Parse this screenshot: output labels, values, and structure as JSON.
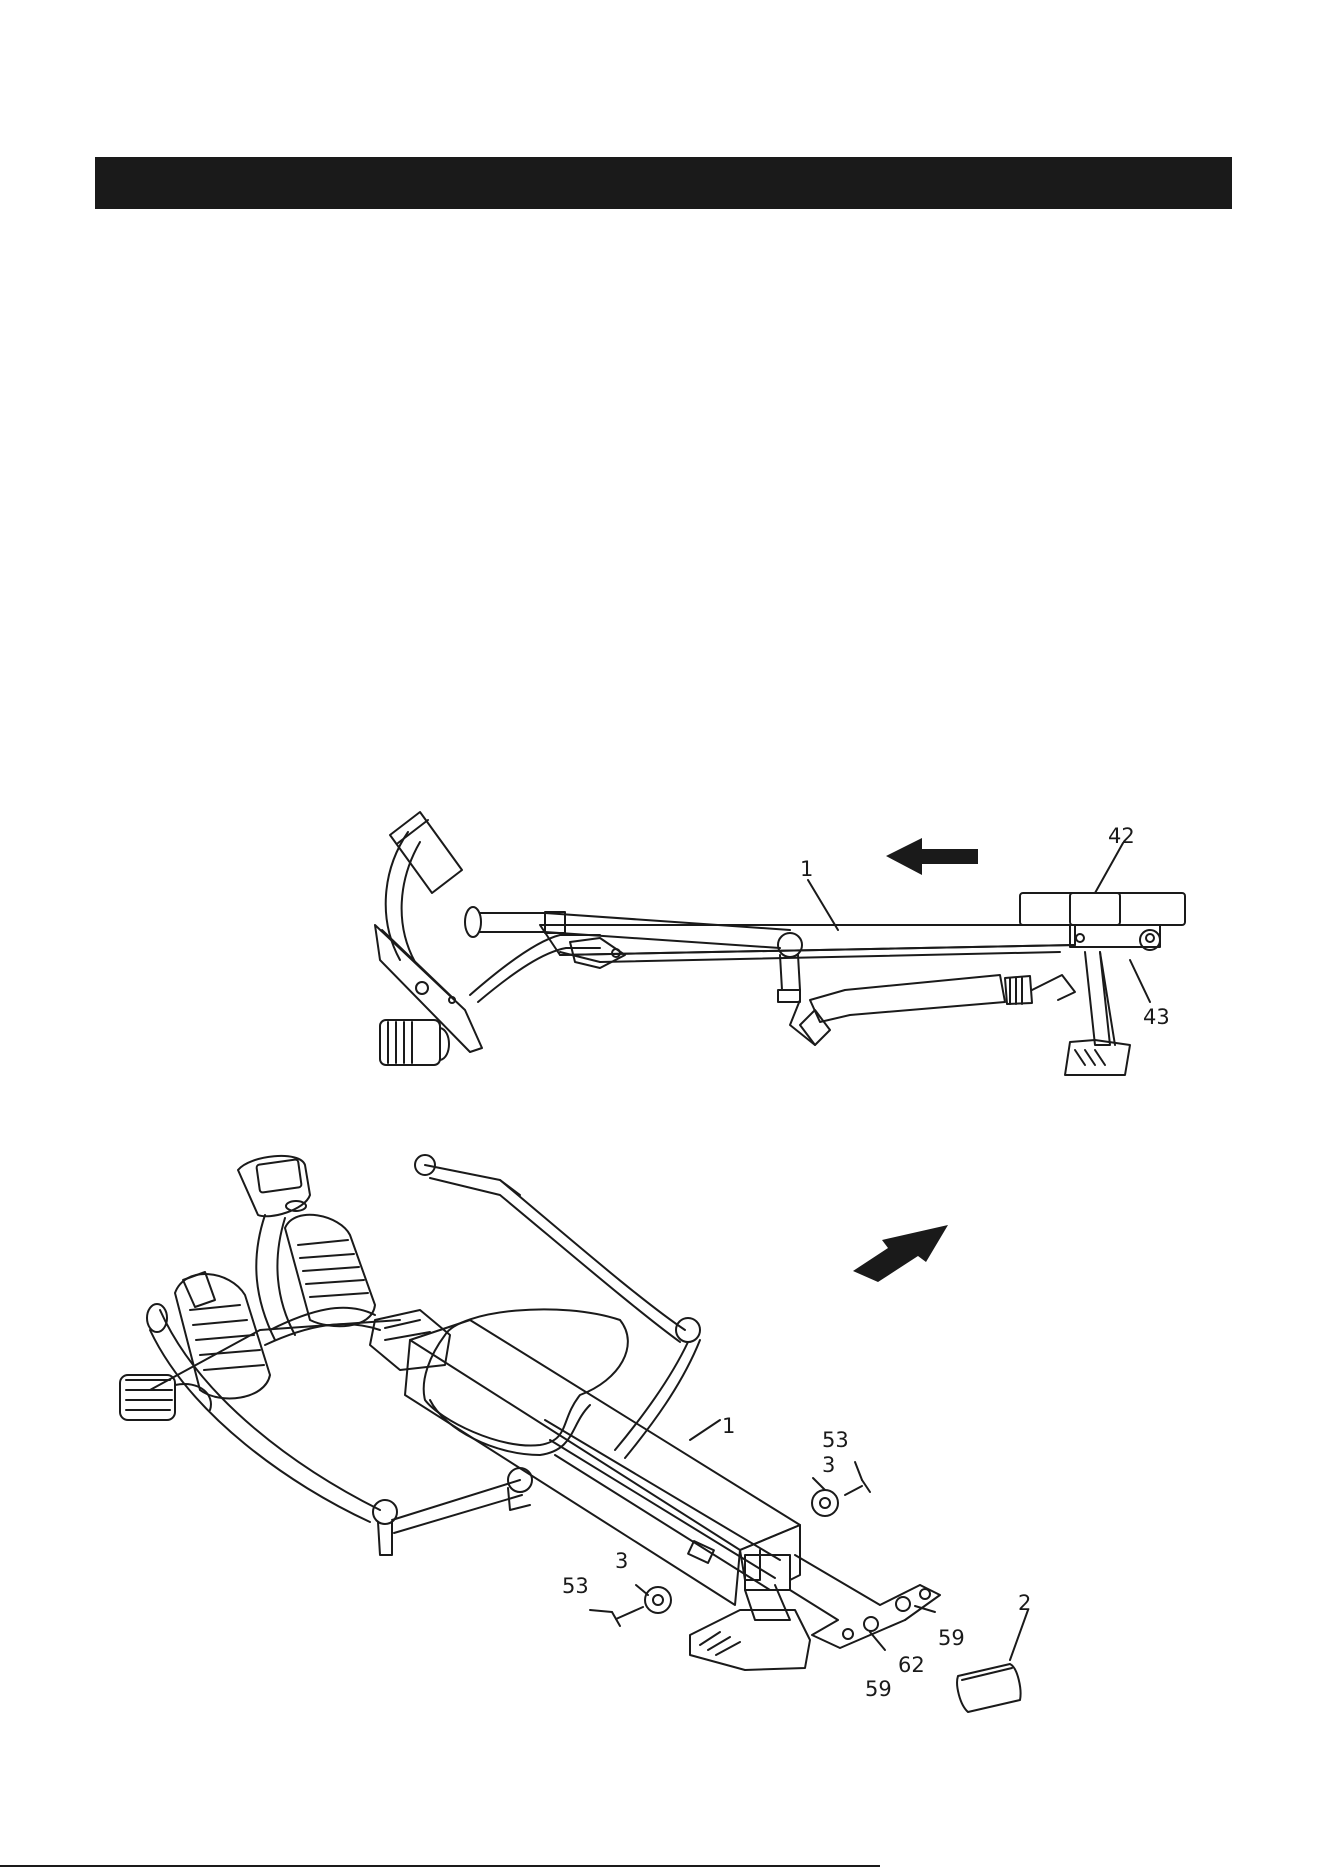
{
  "header": {
    "title": ""
  },
  "callouts": {
    "side_view": {
      "frame": "1",
      "seat_front_pad": "42",
      "seat_roller": "43"
    },
    "exploded_view": {
      "frame": "1",
      "end_cap": "2",
      "spacer_right": "3",
      "spacer_left": "3",
      "bolt_right": "53",
      "bolt_left": "53",
      "washer_right": "59",
      "washer_left": "59",
      "nut": "62"
    }
  },
  "icons": [
    "direction-arrow-left-icon",
    "direction-arrow-diagonal-icon"
  ],
  "colors": {
    "ink": "#1a1a1a",
    "paper": "#ffffff"
  }
}
